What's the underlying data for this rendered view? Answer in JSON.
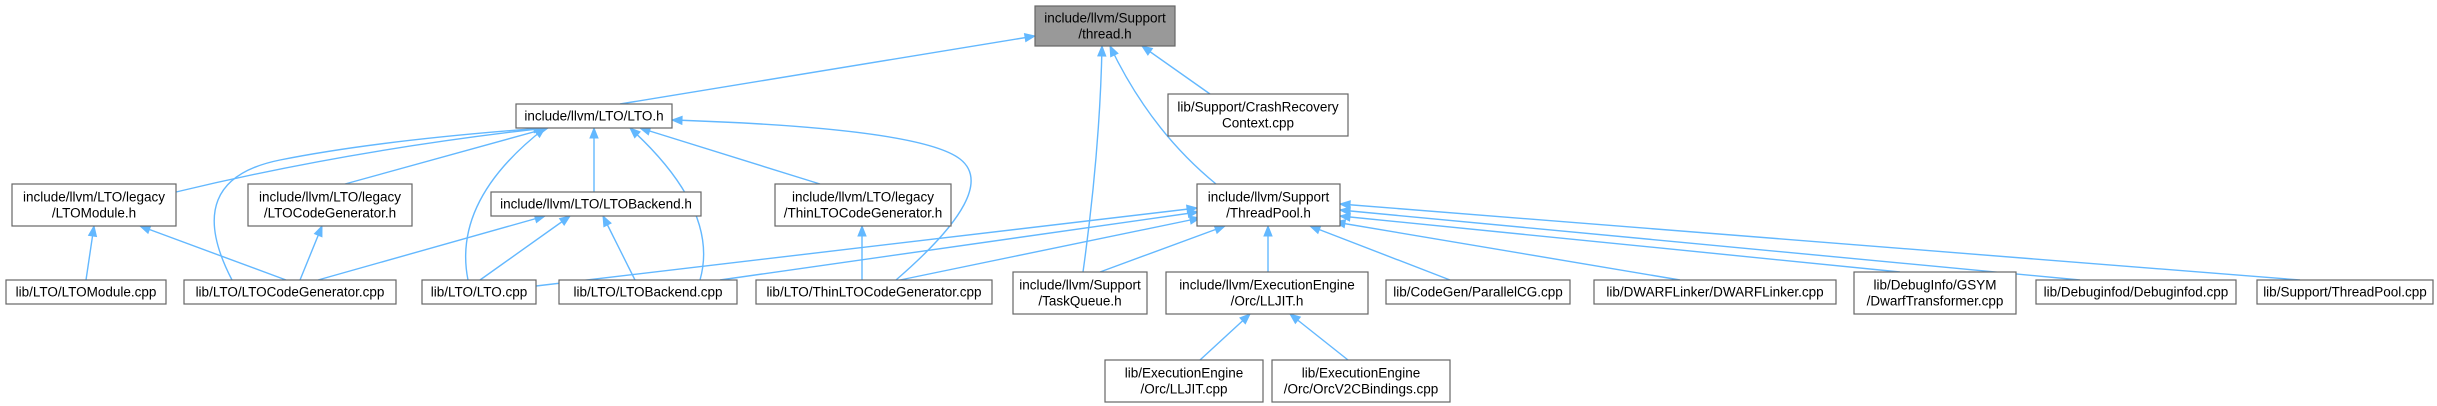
{
  "diagram": {
    "nodes": [
      {
        "id": "n0",
        "lines": [
          "include/llvm/Support",
          "/thread.h"
        ],
        "highlight": true
      },
      {
        "id": "n1",
        "lines": [
          "include/llvm/LTO/LTO.h"
        ]
      },
      {
        "id": "n2",
        "lines": [
          "lib/Support/CrashRecovery",
          "Context.cpp"
        ]
      },
      {
        "id": "n3",
        "lines": [
          "include/llvm/LTO/legacy",
          "/LTOModule.h"
        ]
      },
      {
        "id": "n4",
        "lines": [
          "include/llvm/LTO/legacy",
          "/LTOCodeGenerator.h"
        ]
      },
      {
        "id": "n5",
        "lines": [
          "include/llvm/LTO/LTOBackend.h"
        ]
      },
      {
        "id": "n6",
        "lines": [
          "include/llvm/LTO/legacy",
          "/ThinLTOCodeGenerator.h"
        ]
      },
      {
        "id": "n7",
        "lines": [
          "include/llvm/Support",
          "/ThreadPool.h"
        ]
      },
      {
        "id": "n8",
        "lines": [
          "lib/LTO/LTOModule.cpp"
        ]
      },
      {
        "id": "n9",
        "lines": [
          "lib/LTO/LTOCodeGenerator.cpp"
        ]
      },
      {
        "id": "n10",
        "lines": [
          "lib/LTO/LTO.cpp"
        ]
      },
      {
        "id": "n11",
        "lines": [
          "lib/LTO/LTOBackend.cpp"
        ]
      },
      {
        "id": "n12",
        "lines": [
          "lib/LTO/ThinLTOCodeGenerator.cpp"
        ]
      },
      {
        "id": "n13",
        "lines": [
          "include/llvm/Support",
          "/TaskQueue.h"
        ]
      },
      {
        "id": "n14",
        "lines": [
          "include/llvm/ExecutionEngine",
          "/Orc/LLJIT.h"
        ]
      },
      {
        "id": "n15",
        "lines": [
          "lib/CodeGen/ParallelCG.cpp"
        ]
      },
      {
        "id": "n16",
        "lines": [
          "lib/DWARFLinker/DWARFLinker.cpp"
        ]
      },
      {
        "id": "n17",
        "lines": [
          "lib/DebugInfo/GSYM",
          "/DwarfTransformer.cpp"
        ]
      },
      {
        "id": "n18",
        "lines": [
          "lib/Debuginfod/Debuginfod.cpp"
        ]
      },
      {
        "id": "n19",
        "lines": [
          "lib/Support/ThreadPool.cpp"
        ]
      },
      {
        "id": "n20",
        "lines": [
          "lib/ExecutionEngine",
          "/Orc/LLJIT.cpp"
        ]
      },
      {
        "id": "n21",
        "lines": [
          "lib/ExecutionEngine",
          "/Orc/OrcV2CBindings.cpp"
        ]
      }
    ],
    "edges": [
      {
        "from": "n1",
        "to": "n0"
      },
      {
        "from": "n2",
        "to": "n0"
      },
      {
        "from": "n7",
        "to": "n0"
      },
      {
        "from": "n13",
        "to": "n0"
      },
      {
        "from": "n3",
        "to": "n1"
      },
      {
        "from": "n4",
        "to": "n1"
      },
      {
        "from": "n5",
        "to": "n1"
      },
      {
        "from": "n6",
        "to": "n1"
      },
      {
        "from": "n9",
        "to": "n1"
      },
      {
        "from": "n10",
        "to": "n1"
      },
      {
        "from": "n11",
        "to": "n1"
      },
      {
        "from": "n12",
        "to": "n1"
      },
      {
        "from": "n8",
        "to": "n3"
      },
      {
        "from": "n9",
        "to": "n3"
      },
      {
        "from": "n9",
        "to": "n4"
      },
      {
        "from": "n9",
        "to": "n5"
      },
      {
        "from": "n10",
        "to": "n5"
      },
      {
        "from": "n11",
        "to": "n5"
      },
      {
        "from": "n12",
        "to": "n6"
      },
      {
        "from": "n10",
        "to": "n7"
      },
      {
        "from": "n11",
        "to": "n7"
      },
      {
        "from": "n12",
        "to": "n7"
      },
      {
        "from": "n13",
        "to": "n7"
      },
      {
        "from": "n14",
        "to": "n7"
      },
      {
        "from": "n15",
        "to": "n7"
      },
      {
        "from": "n16",
        "to": "n7"
      },
      {
        "from": "n17",
        "to": "n7"
      },
      {
        "from": "n18",
        "to": "n7"
      },
      {
        "from": "n19",
        "to": "n7"
      },
      {
        "from": "n20",
        "to": "n14"
      },
      {
        "from": "n21",
        "to": "n14"
      }
    ],
    "colors": {
      "edge": "#63b8ff",
      "node_border": "#666666",
      "highlight_fill": "#999999"
    }
  }
}
